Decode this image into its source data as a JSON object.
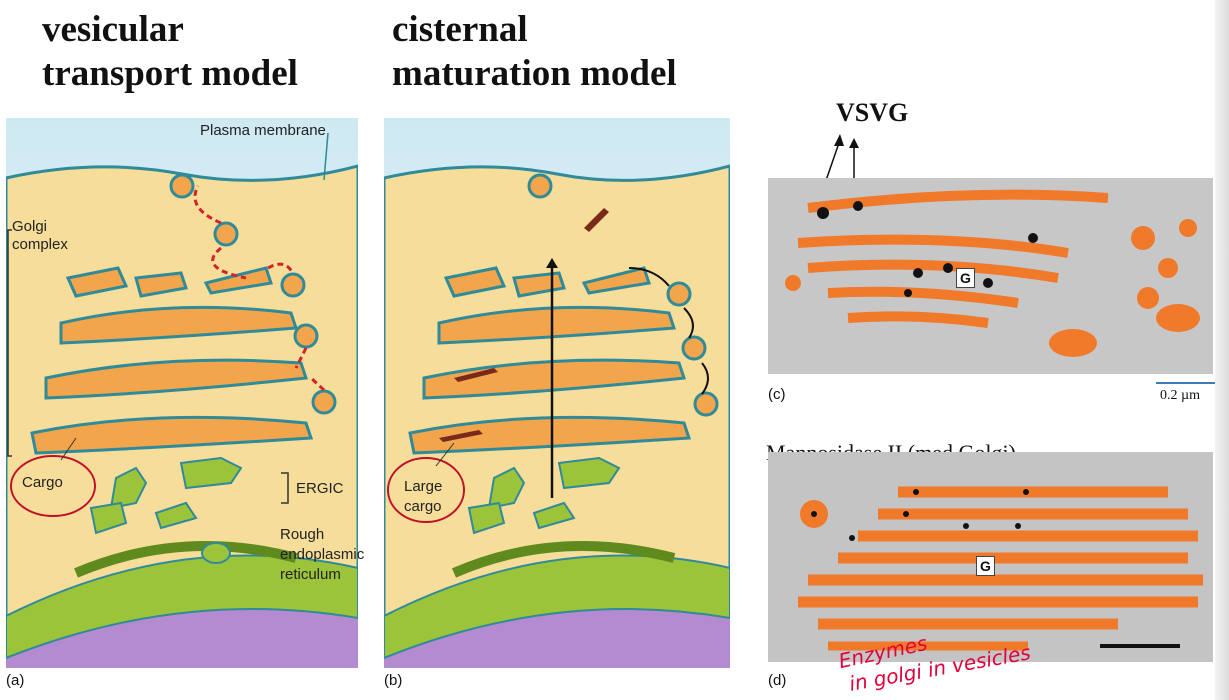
{
  "titles": {
    "vesicular_line1": "vesicular",
    "vesicular_line2": "transport model",
    "cisternal_line1": "cisternal",
    "cisternal_line2": "maturation model"
  },
  "panel_a": {
    "plasma_membrane": "Plasma membrane",
    "golgi_line1": "Golgi",
    "golgi_line2": "complex",
    "cargo": "Cargo",
    "ergic": "ERGIC",
    "rer_line1": "Rough",
    "rer_line2": "endoplasmic",
    "rer_line3": "reticulum",
    "letter": "(a)"
  },
  "panel_b": {
    "large_cargo_line1": "Large",
    "large_cargo_line2": "cargo",
    "letter": "(b)"
  },
  "panel_c": {
    "label": "VSVG",
    "g": "G",
    "scale": "0.2 µm",
    "letter": "(c)"
  },
  "panel_d": {
    "label": "Mannosidase II (med Golgi)",
    "g": "G",
    "letter": "(d)",
    "note_line1": "Enzymes",
    "note_line2": "in golgi in vesicles"
  },
  "colors": {
    "cytoplasm": "#f6dd9a",
    "cisterna": "#f2a54a",
    "membrane_outline": "#2f8a9a",
    "er_green": "#9cc43a",
    "stain_orange": "#f07a2a",
    "annotation_red": "#d2222a"
  }
}
